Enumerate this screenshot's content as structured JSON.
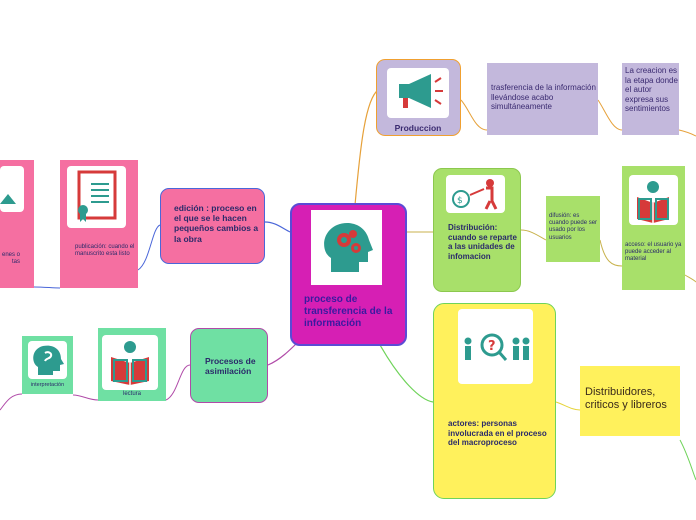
{
  "colors": {
    "central": "#d61fb4",
    "produccion": "#c3b8dc",
    "distribucion": "#a8e06a",
    "actores": "#fff15c",
    "edicion": "#f56fa1",
    "asimilacion": "#6fe0a3",
    "card_teal": "#2d9b8f"
  },
  "central": {
    "label": "proceso de transferencia de la información"
  },
  "produccion": {
    "label": "Produccion",
    "detail": "trasferencia de la información  llevándose acabo simultáneamente",
    "creation": "La creacion es la etapa donde el autor expresa sus sentimientos"
  },
  "distribucion": {
    "label": "Distribución: cuando se reparte a las unidades de infomacion",
    "detail": "difusión: es cuando puede ser usado por los usuarios",
    "access": "acceso: el usuario ya puede acceder al material"
  },
  "actores": {
    "label": "actores: personas involucrada en el proceso del macroproceso",
    "detail": "Distribuidores, criticos y libreros"
  },
  "edicion": {
    "label": "edición : proceso en el que se le hacen pequeños cambios a la obra",
    "publication": "publicación: cuando el manuscrito esta listo",
    "partial": "enes o tas"
  },
  "asimilacion": {
    "label": "Procesos de asimilación",
    "reading": "lectura",
    "interpretation": "interpretación"
  },
  "icons": [
    "brain-gears-icon",
    "megaphone-icon",
    "person-pushing-icon",
    "person-reading-icon",
    "certificate-icon",
    "people-question-icon",
    "head-icon",
    "chart-icon"
  ]
}
